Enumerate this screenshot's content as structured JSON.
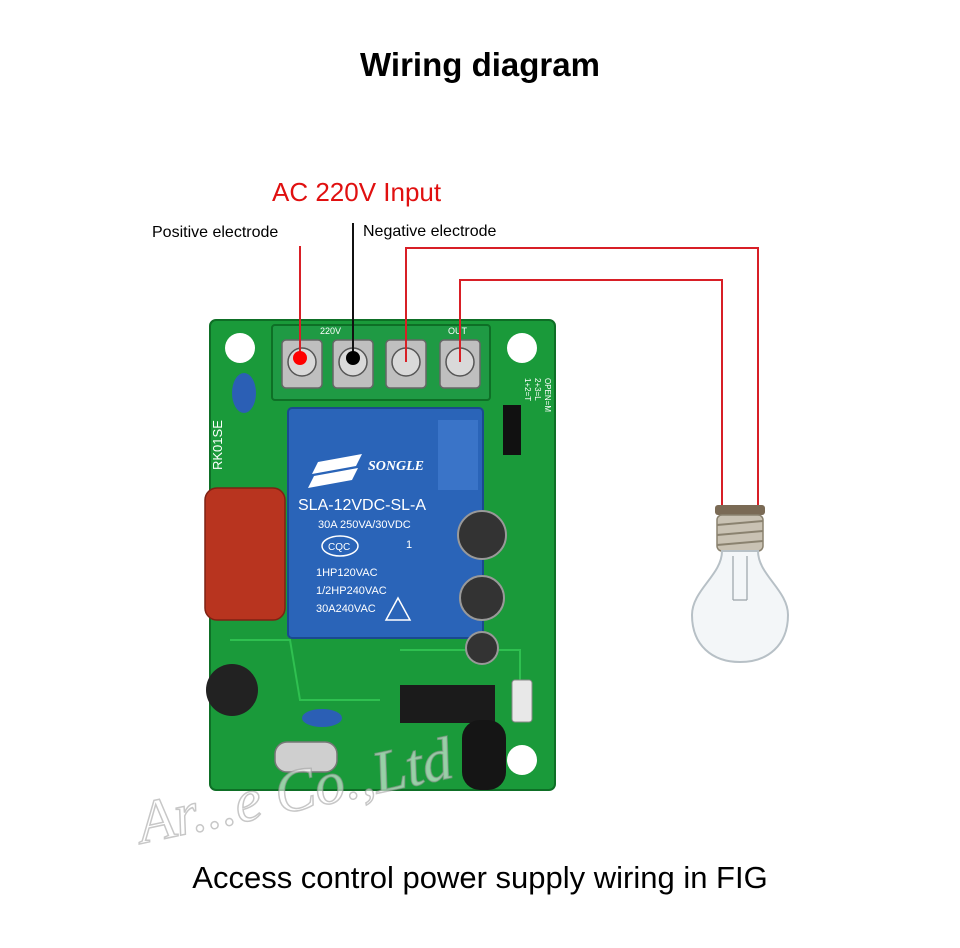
{
  "title": "Wiring diagram",
  "input_label": "AC 220V Input",
  "positive_label": "Positive electrode",
  "negative_label": "Negative electrode",
  "caption": "Access control power supply wiring in FIG",
  "relay": {
    "brand": "SONGLE",
    "model": "SLA-12VDC-SL-A",
    "rating_1": "30A 250VA/30VDC",
    "cert": "CQC",
    "pin": "1",
    "rating_2": "1HP120VAC",
    "rating_3": "1/2HP240VAC",
    "rating_4": "30A240VAC"
  },
  "board": {
    "model_text": "RK01SE",
    "terminal_in": "220V",
    "terminal_out": "OUT",
    "jumper_text_1": "1+2=T",
    "jumper_text_2": "2+3=L",
    "jumper_text_3": "OPEN=M"
  },
  "watermark": "Ar...e Co.,Ltd",
  "colors": {
    "wire": "#d81f26",
    "label_red": "#e01010",
    "pcb": "#1a9a3a",
    "relay": "#2a64b8",
    "capacitor": "#b8341f"
  }
}
